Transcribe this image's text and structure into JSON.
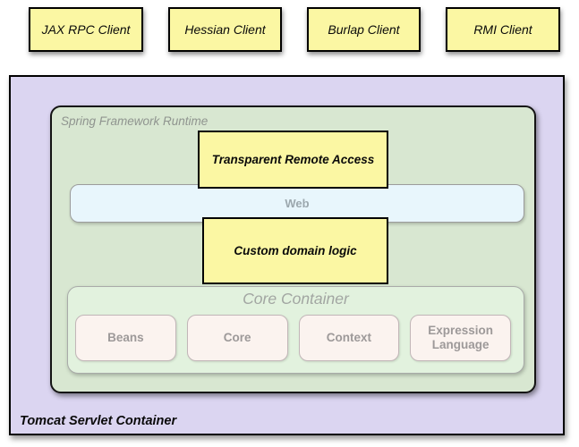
{
  "clients": [
    {
      "label": "JAX RPC Client"
    },
    {
      "label": "Hessian Client"
    },
    {
      "label": "Burlap Client"
    },
    {
      "label": "RMI Client"
    }
  ],
  "tomcat": {
    "label": "Tomcat Servlet Container"
  },
  "runtime": {
    "label": "Spring Framework Runtime"
  },
  "remote_access": {
    "label": "Transparent Remote Access"
  },
  "web": {
    "label": "Web"
  },
  "domain_logic": {
    "label": "Custom domain logic"
  },
  "core_container": {
    "label": "Core Container",
    "modules": [
      {
        "label": "Beans"
      },
      {
        "label": "Core"
      },
      {
        "label": "Context"
      },
      {
        "label": "Expression Language"
      }
    ]
  },
  "colors": {
    "client-fill": "#FBF7A3",
    "container-fill": "#DBD5F1",
    "runtime-fill": "#D8E7D1",
    "web-fill": "#E8F6FC",
    "logic-fill": "#FBF7A3",
    "core-fill": "#E2F2DE",
    "module-fill": "#FBF3EF",
    "border-black": "#000000",
    "gray-label": "#8F948F",
    "core-label-gray": "#A2A6A2",
    "web-label-gray": "#9CA8AE",
    "module-label-gray": "#9D9999"
  }
}
